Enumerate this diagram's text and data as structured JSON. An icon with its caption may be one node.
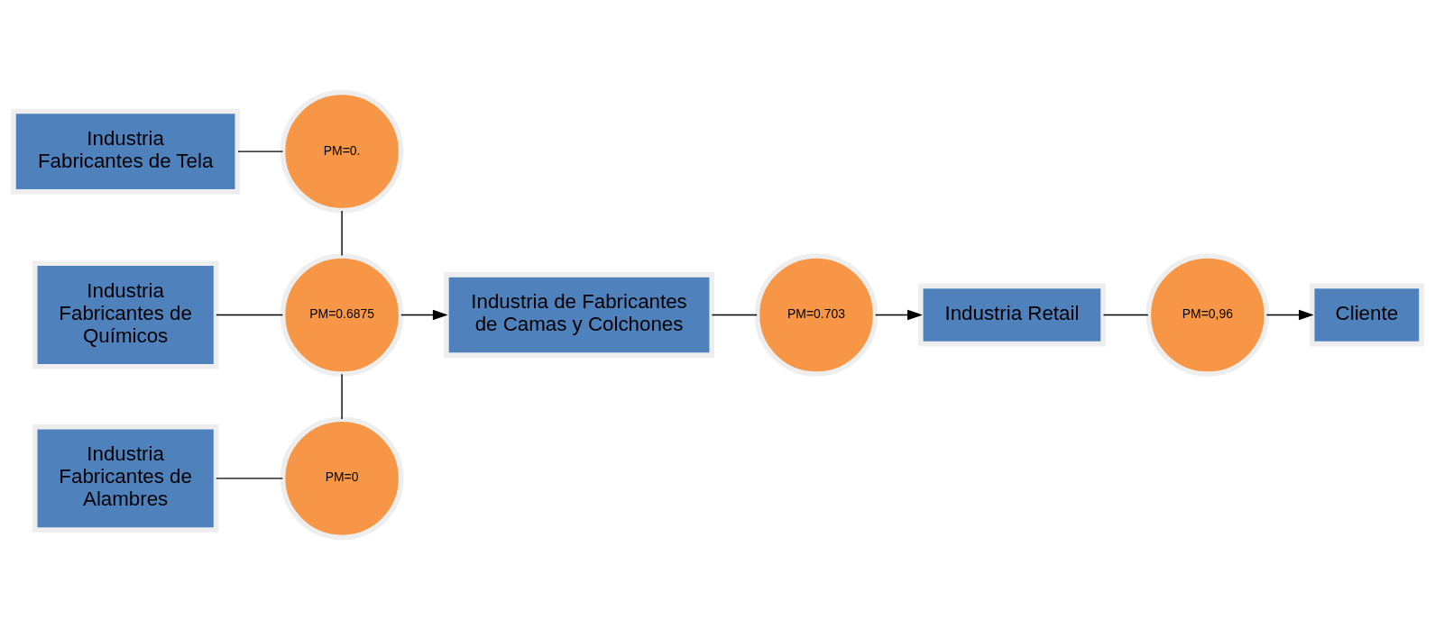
{
  "diagram": {
    "nodes": [
      {
        "text": [
          "Industria Fabricantes de Tela"
        ]
      },
      {
        "text": [
          "PM=0."
        ]
      },
      {
        "text": [
          "Industria Fabricantes de Químicos"
        ]
      },
      {
        "text": [
          "PM=0.6875"
        ]
      },
      {
        "text": [
          "Industria Fabricantes de Alambres"
        ]
      },
      {
        "text": [
          "PM=0"
        ]
      },
      {
        "text": [
          "Industria de Fabricantes de Camas y Colchones"
        ]
      },
      {
        "text": [
          "PM=0.703"
        ]
      },
      {
        "text": [
          "Industria Retail"
        ]
      },
      {
        "text": [
          "PM=0,96"
        ]
      },
      {
        "text": [
          "Cliente"
        ]
      }
    ],
    "edges": [
      {
        "from": 0,
        "to": 1,
        "arrow": "none"
      },
      {
        "from": 1,
        "to": 3,
        "arrow": "none"
      },
      {
        "from": 2,
        "to": 3,
        "arrow": "none"
      },
      {
        "from": 3,
        "to": 5,
        "arrow": "none"
      },
      {
        "from": 4,
        "to": 5,
        "arrow": "none"
      },
      {
        "from": 3,
        "to": 6,
        "arrow": "to"
      },
      {
        "from": 6,
        "to": 7,
        "arrow": "none"
      },
      {
        "from": 7,
        "to": 8,
        "arrow": "to"
      },
      {
        "from": 8,
        "to": 9,
        "arrow": "none"
      },
      {
        "from": 9,
        "to": 10,
        "arrow": "to"
      }
    ]
  }
}
